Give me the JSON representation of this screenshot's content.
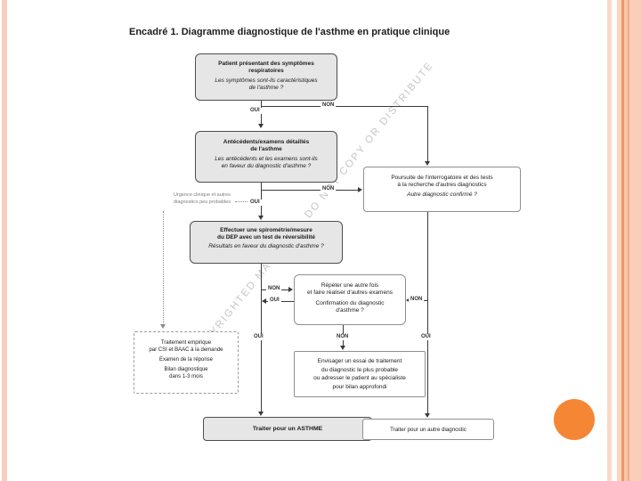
{
  "title": "Encadré 1. Diagramme diagnostique de l'asthme en pratique clinique",
  "watermark": "COPYRIGHTED MATERIAL - DO NOT COPY OR DISTRIBUTE",
  "labels": {
    "oui": "OUI",
    "non": "NON"
  },
  "colors": {
    "accent_circle_orange": "#f58634",
    "stripe_light_peach": "#fbd4bf",
    "stripe_dark_orange": "#ec9966",
    "box_gray_fill": "#e6e6e6"
  },
  "boxes": {
    "patient": {
      "bold": [
        "Patient présentant des symptômes",
        "respiratoires"
      ],
      "italic": [
        "Les symptômes sont-ils caractéristiques",
        "de l'asthme ?"
      ]
    },
    "antecedents": {
      "bold": [
        "Antécédents/examens détaillés",
        "de l'asthme"
      ],
      "italic": [
        "Les antécédents et les examens sont-ils",
        "en faveur du diagnostic d'asthme ?"
      ]
    },
    "poursuite": {
      "normal": [
        "Poursuite de l'interrogatoire et des tests",
        "à la recherche d'autres diagnostics"
      ],
      "italic": [
        "Autre diagnostic confirmé ?"
      ]
    },
    "spirometrie": {
      "bold": [
        "Effectuer une spirométrie/mesure",
        "du DEP avec un test de réversibilité"
      ],
      "italic": [
        "Résultats en faveur du diagnostic d'asthme ?"
      ]
    },
    "repeter": {
      "normal": [
        "Répéter une autre fois",
        "et faire réaliser d'autres examens"
      ],
      "question": [
        "Confirmation du diagnostic",
        "d'asthme ?"
      ]
    },
    "envisager": {
      "normal": [
        "Envisager un essai de traitement",
        "du diagnostic le plus probable",
        "ou adresser le patient au spécialiste",
        "pour bilan approfondi"
      ]
    },
    "empirique": {
      "group1": [
        "Traitement empirique",
        "par CSI et BAAC à la demande"
      ],
      "group2": [
        "Examen de la réponse"
      ],
      "group3": [
        "Bilan diagnostique",
        "dans 1-3 mois"
      ]
    },
    "urgence_note": [
      "Urgence clinique et autres",
      "diagnostics peu probables"
    ],
    "traiter_asthme": "Traiter pour un ASTHME",
    "traiter_autre": "Traiter pour un autre diagnostic"
  }
}
